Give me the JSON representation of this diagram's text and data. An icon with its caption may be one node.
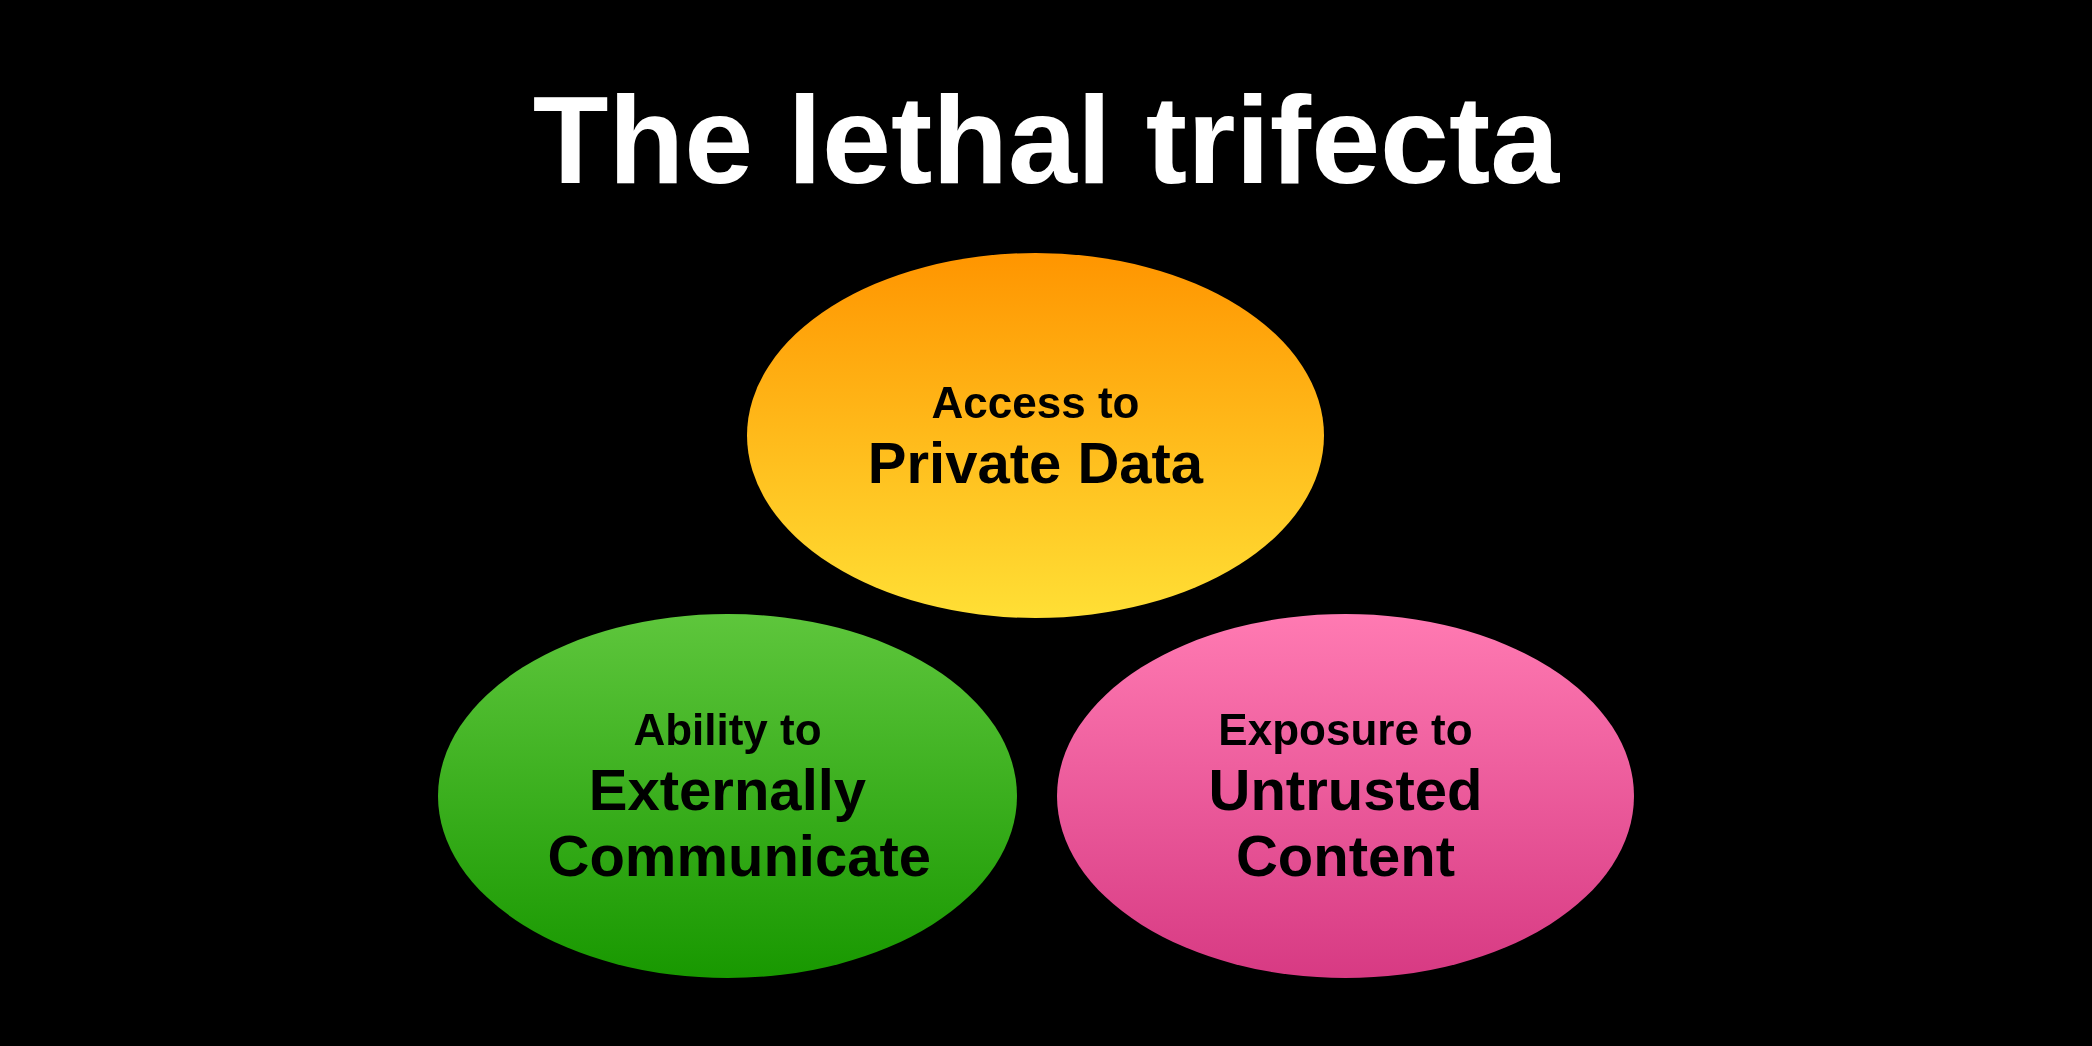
{
  "diagram": {
    "title": "The lethal trifecta",
    "nodes": [
      {
        "text": [
          "Access to",
          "Private Data"
        ]
      },
      {
        "text": [
          "Ability to",
          "Externally Communicate"
        ]
      },
      {
        "text": [
          "Exposure to",
          "Untrusted Content"
        ]
      }
    ]
  }
}
